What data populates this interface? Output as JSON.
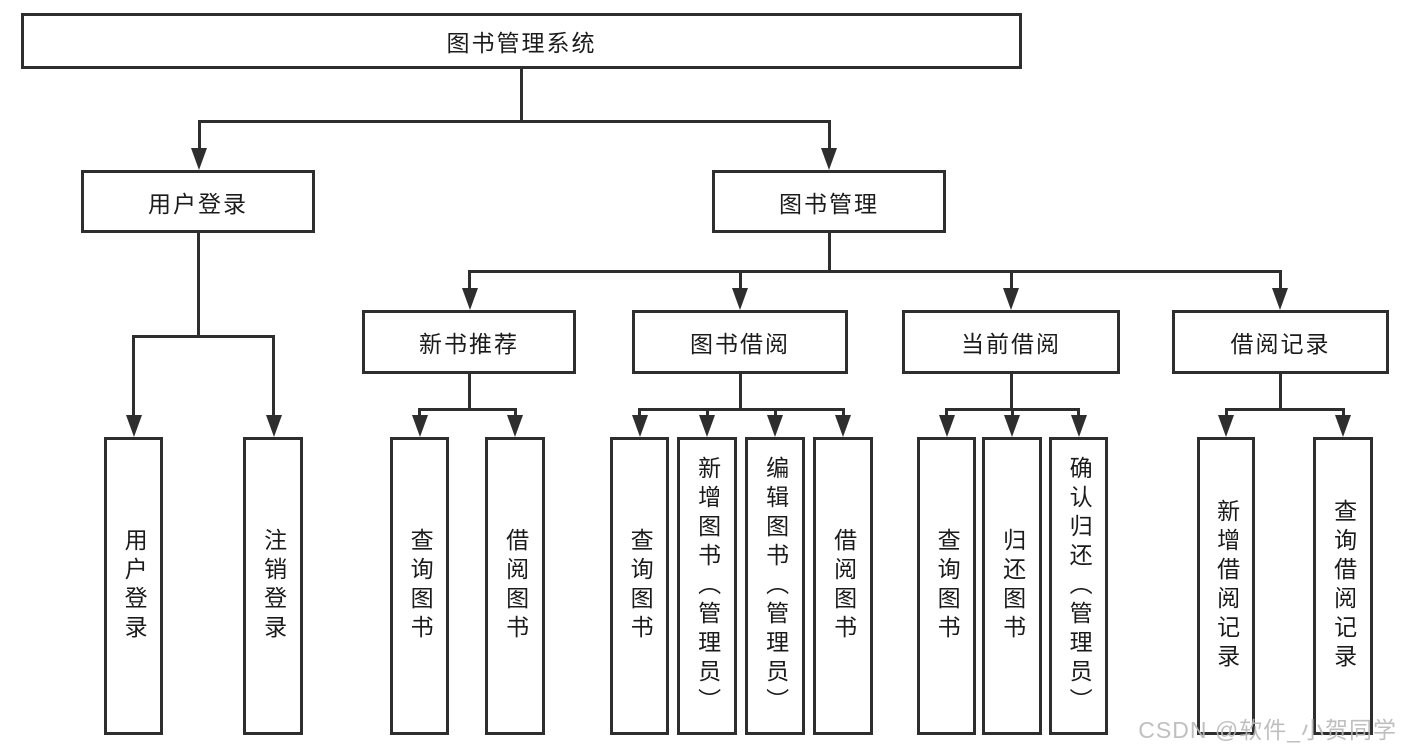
{
  "diagram": {
    "root_label": "图书管理系统",
    "nodes": {
      "user_login": "用户登录",
      "book_management": "图书管理",
      "new_book_recommend": "新书推荐",
      "book_borrowing": "图书借阅",
      "current_borrowing": "当前借阅",
      "borrowing_records": "借阅记录"
    },
    "leaves": {
      "user_login": [
        "用户登录",
        "注销登录"
      ],
      "new_book_recommend": [
        "查询图书",
        "借阅图书"
      ],
      "book_borrowing": [
        "查询图书",
        "新增图书（管理员）",
        "编辑图书（管理员）",
        "借阅图书"
      ],
      "current_borrowing": [
        "查询图书",
        "归还图书",
        "确认归还（管理员）"
      ],
      "borrowing_records": [
        "新增借阅记录",
        "查询借阅记录"
      ]
    }
  },
  "watermark": {
    "text": "CSDN @软件_小贺同学"
  },
  "colors": {
    "line": "#2e2e2e",
    "text": "#1b1b1b",
    "background": "#ffffff",
    "watermark": "#b9b9b9"
  }
}
